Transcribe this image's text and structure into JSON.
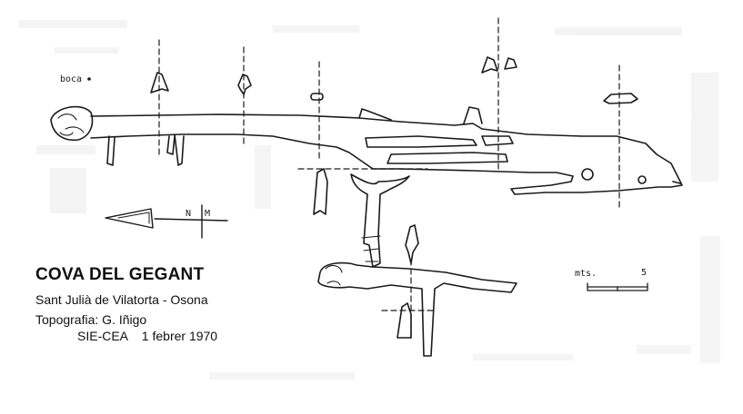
{
  "map": {
    "title": "COVA DEL GEGANT",
    "location": "Sant Julià de Vilatorta - Osona",
    "survey": "Topografia: G. Iñigo",
    "credit": "SIE-CEA    1 febrer 1970",
    "entrance_label": "boca",
    "north_labels": {
      "n": "N",
      "m": "M"
    },
    "scale": {
      "unit_label": "mts.",
      "length": "5"
    },
    "ink_color": "#1a1a1a",
    "paper_color": "#ffffff",
    "background_ghost_color": "#ececec"
  }
}
